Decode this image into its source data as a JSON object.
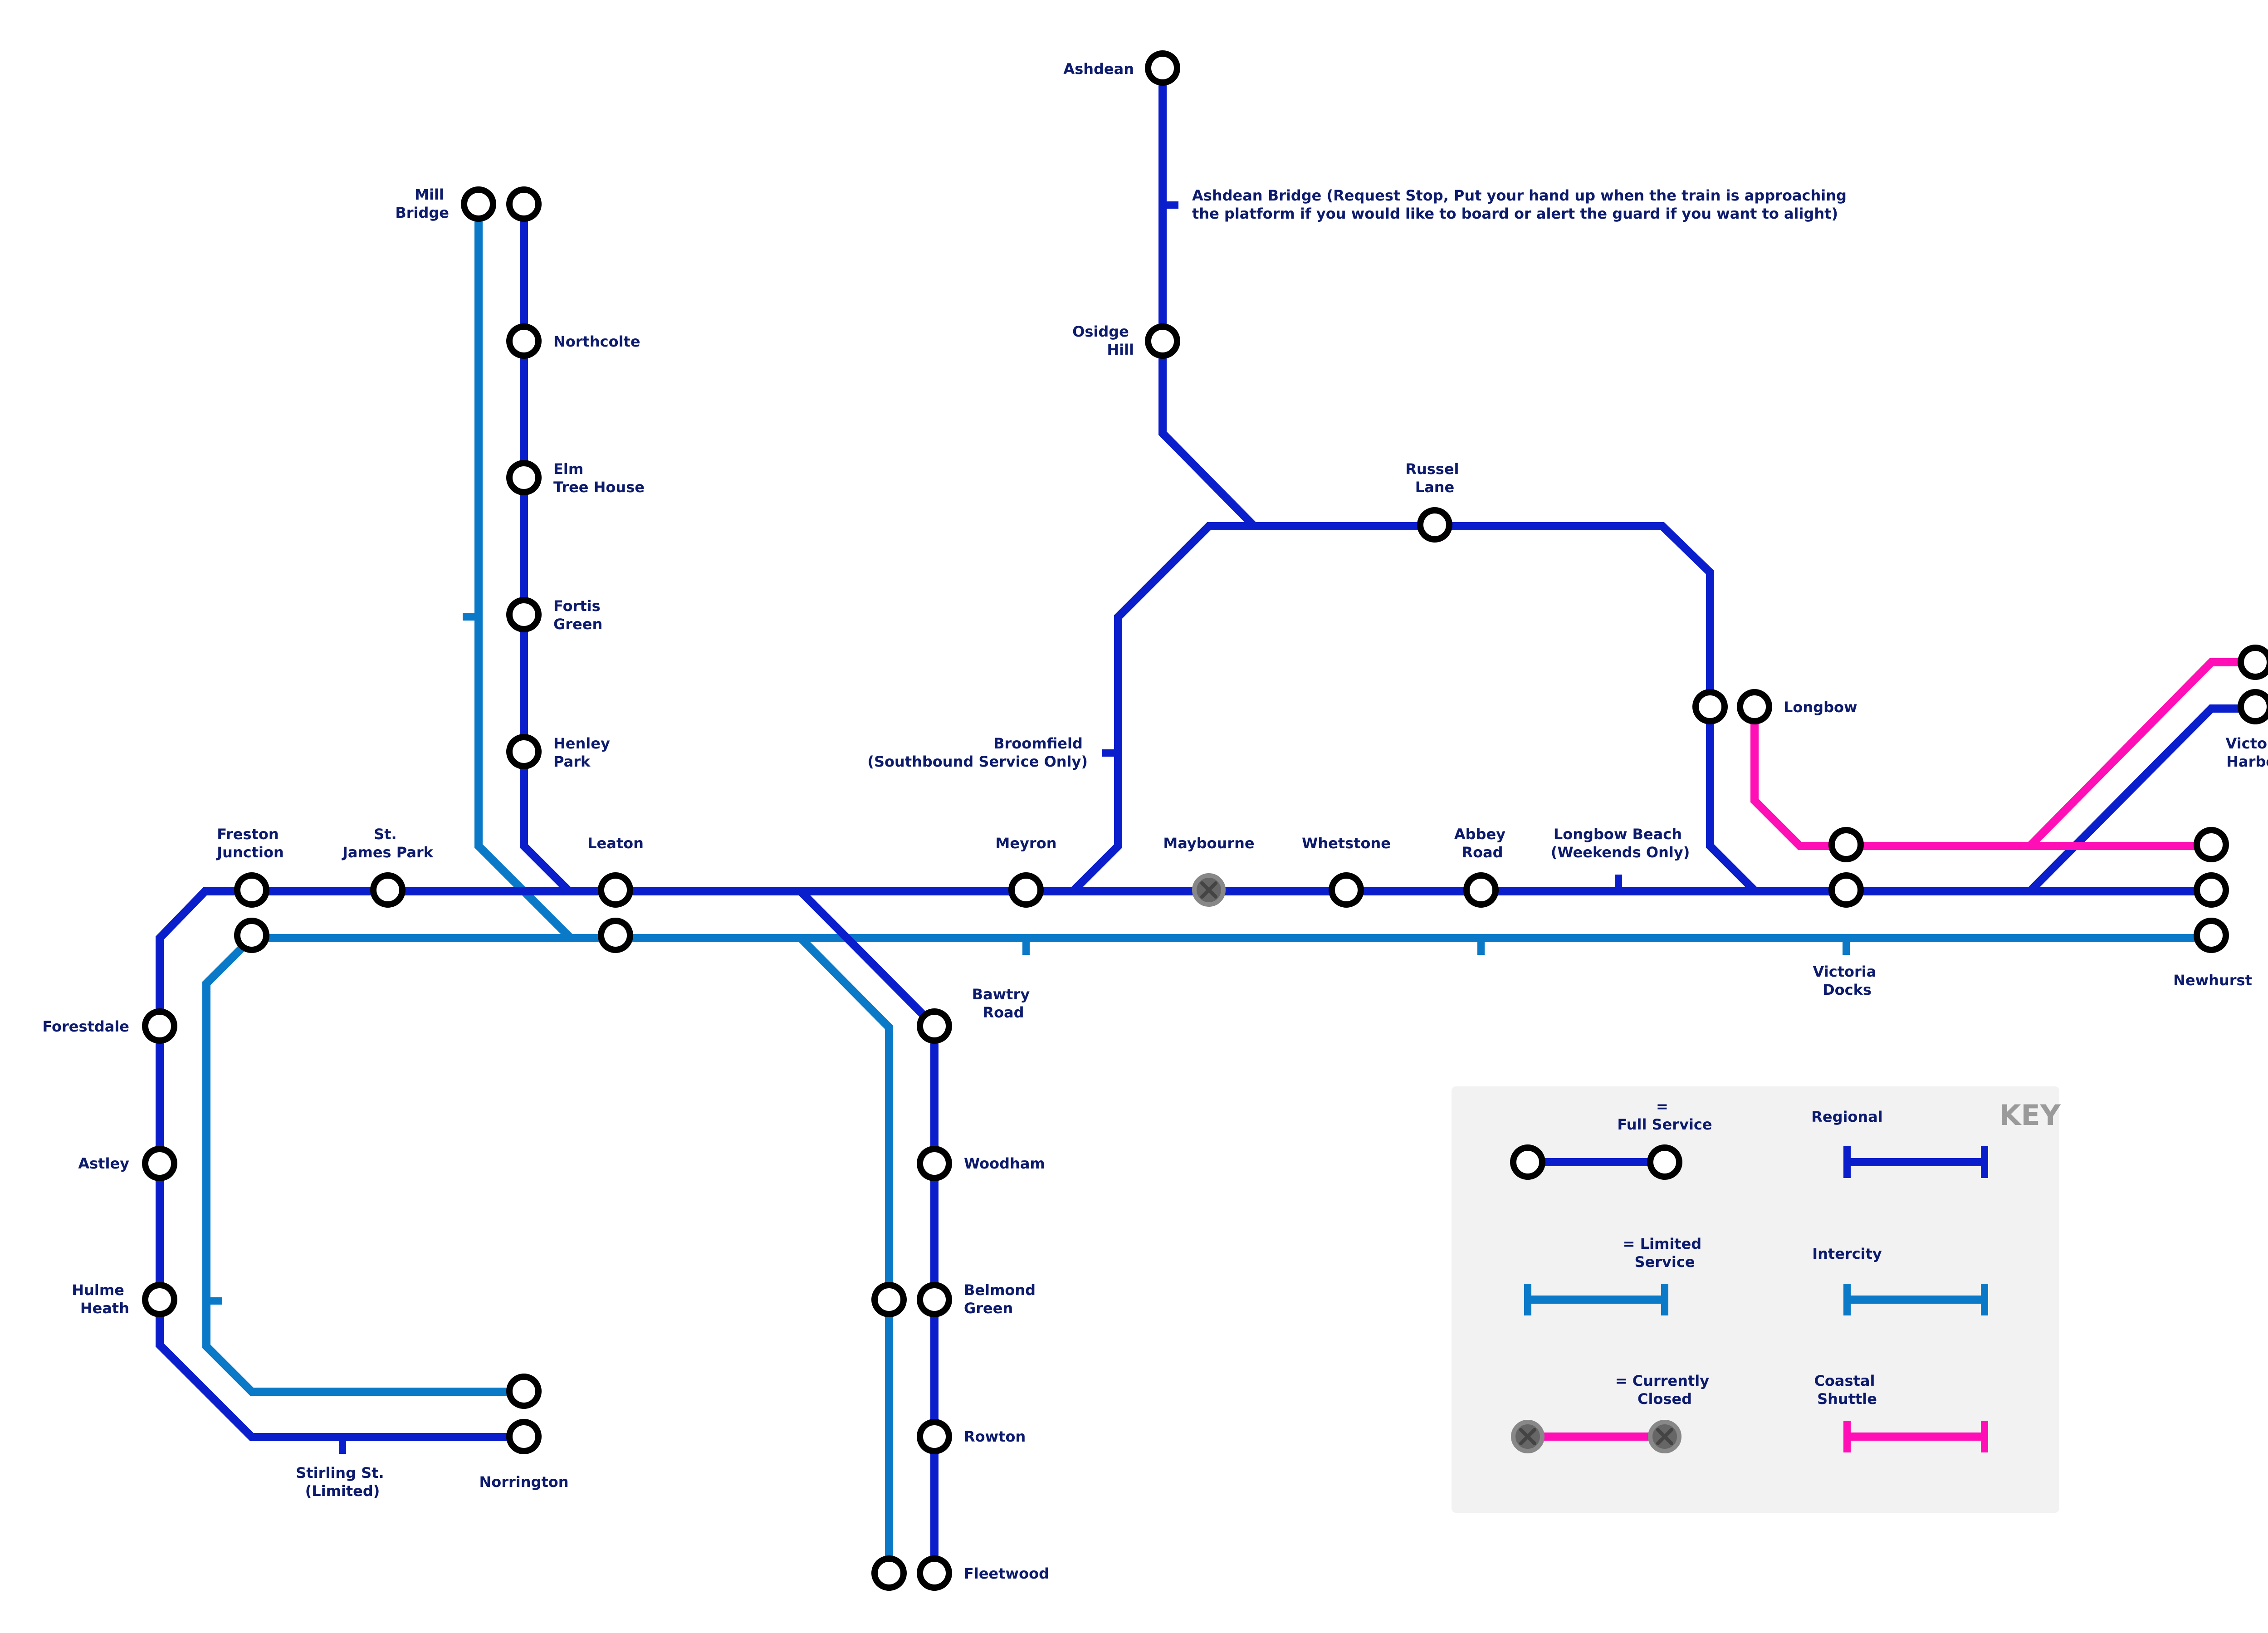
{
  "colors": {
    "regional": "#0b1ecc",
    "intercity": "#0a7ac8",
    "coastal_shuttle": "#ff0fb5",
    "station_ring": "#000000",
    "label": "#0d1b6e",
    "key_background": "#f2f2f2",
    "key_title": "#9a9a9a"
  },
  "stations": {
    "ashdean": [
      "Ashdean"
    ],
    "ashdean_bridge": [
      "Ashdean Bridge (Request Stop, Put your hand up when the train is approaching",
      "the platform if you would like to board or alert the guard if you want to alight)"
    ],
    "osidge_hill": [
      "Osidge",
      "Hill"
    ],
    "mill_bridge": [
      "Mill",
      "Bridge"
    ],
    "northcolte": [
      "Northcolte"
    ],
    "elm_tree_house": [
      "Elm",
      "Tree House"
    ],
    "fortis_green": [
      "Fortis",
      "Green"
    ],
    "henley_park": [
      "Henley",
      "Park"
    ],
    "russel_lane": [
      "Russel",
      "Lane"
    ],
    "longbow": [
      "Longbow"
    ],
    "victoria_harbour": [
      "Victoria",
      "Harbour"
    ],
    "broomfield": [
      "Broomfield",
      "(Southbound Service Only)"
    ],
    "freston_junction": [
      "Freston",
      "Junction"
    ],
    "st_james_park": [
      "St.",
      "James Park"
    ],
    "leaton": [
      "Leaton"
    ],
    "meyron": [
      "Meyron"
    ],
    "maybourne": [
      "Maybourne"
    ],
    "whetstone": [
      "Whetstone"
    ],
    "abbey_road": [
      "Abbey",
      "Road"
    ],
    "longbow_beach": [
      "Longbow Beach",
      "(Weekends Only)"
    ],
    "victoria_docks": [
      "Victoria",
      "Docks"
    ],
    "newhurst": [
      "Newhurst"
    ],
    "forestdale": [
      "Forestdale"
    ],
    "bawtry_road": [
      "Bawtry",
      "Road"
    ],
    "astley": [
      "Astley"
    ],
    "woodham": [
      "Woodham"
    ],
    "hulme_heath": [
      "Hulme",
      "Heath"
    ],
    "belmond_green": [
      "Belmond",
      "Green"
    ],
    "rowton": [
      "Rowton"
    ],
    "stirling_st": [
      "Stirling St.",
      "(Limited)"
    ],
    "norrington": [
      "Norrington"
    ],
    "fleetwood": [
      "Fleetwood"
    ]
  },
  "key": {
    "title": "KEY",
    "full_service": [
      "=",
      "Full Service"
    ],
    "limited_service": [
      "= Limited",
      "Service"
    ],
    "currently_closed": [
      "= Currently",
      "Closed"
    ],
    "regional": [
      "Regional"
    ],
    "intercity": [
      "Intercity"
    ],
    "coastal_shuttle": [
      "Coastal",
      "Shuttle"
    ]
  }
}
